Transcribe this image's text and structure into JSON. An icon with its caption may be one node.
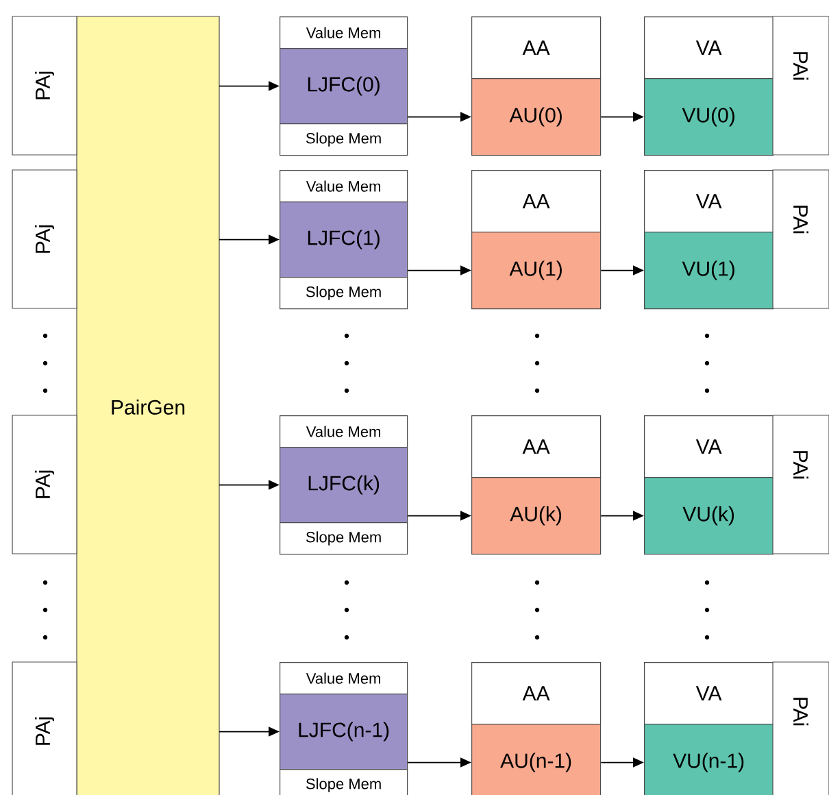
{
  "diagram": {
    "nodes": [
      {
        "text": [
          "PairGen"
        ]
      },
      {
        "text": [
          "PAj"
        ]
      },
      {
        "text": [
          "Value Mem"
        ]
      },
      {
        "text": [
          "LJFC(0)"
        ]
      },
      {
        "text": [
          "Slope Mem"
        ]
      },
      {
        "text": [
          "AA"
        ]
      },
      {
        "text": [
          "AU(0)"
        ]
      },
      {
        "text": [
          "VA"
        ]
      },
      {
        "text": [
          "VU(0)"
        ]
      },
      {
        "text": [
          "PAi"
        ]
      },
      {
        "text": [
          "PAj"
        ]
      },
      {
        "text": [
          "Value Mem"
        ]
      },
      {
        "text": [
          "LJFC(1)"
        ]
      },
      {
        "text": [
          "Slope Mem"
        ]
      },
      {
        "text": [
          "AA"
        ]
      },
      {
        "text": [
          "AU(1)"
        ]
      },
      {
        "text": [
          "VA"
        ]
      },
      {
        "text": [
          "VU(1)"
        ]
      },
      {
        "text": [
          "PAi"
        ]
      },
      {
        "text": [
          "PAj"
        ]
      },
      {
        "text": [
          "Value Mem"
        ]
      },
      {
        "text": [
          "LJFC(k)"
        ]
      },
      {
        "text": [
          "Slope Mem"
        ]
      },
      {
        "text": [
          "AA"
        ]
      },
      {
        "text": [
          "AU(k)"
        ]
      },
      {
        "text": [
          "VA"
        ]
      },
      {
        "text": [
          "VU(k)"
        ]
      },
      {
        "text": [
          "PAi"
        ]
      },
      {
        "text": [
          "PAj"
        ]
      },
      {
        "text": [
          "Value Mem"
        ]
      },
      {
        "text": [
          "LJFC(n-1)"
        ]
      },
      {
        "text": [
          "Slope Mem"
        ]
      },
      {
        "text": [
          "AA"
        ]
      },
      {
        "text": [
          "AU(n-1)"
        ]
      },
      {
        "text": [
          "VA"
        ]
      },
      {
        "text": [
          "VU(n-1)"
        ]
      },
      {
        "text": [
          "PAi"
        ]
      }
    ],
    "edges": [
      {
        "from": 0,
        "to": 3,
        "arrow": "to"
      },
      {
        "from": 3,
        "to": 6,
        "arrow": "to"
      },
      {
        "from": 6,
        "to": 8,
        "arrow": "to"
      },
      {
        "from": 0,
        "to": 12,
        "arrow": "to"
      },
      {
        "from": 12,
        "to": 15,
        "arrow": "to"
      },
      {
        "from": 15,
        "to": 17,
        "arrow": "to"
      },
      {
        "from": 0,
        "to": 21,
        "arrow": "to"
      },
      {
        "from": 21,
        "to": 24,
        "arrow": "to"
      },
      {
        "from": 24,
        "to": 26,
        "arrow": "to"
      },
      {
        "from": 0,
        "to": 30,
        "arrow": "to"
      },
      {
        "from": 30,
        "to": 33,
        "arrow": "to"
      },
      {
        "from": 33,
        "to": 35,
        "arrow": "to"
      }
    ]
  }
}
